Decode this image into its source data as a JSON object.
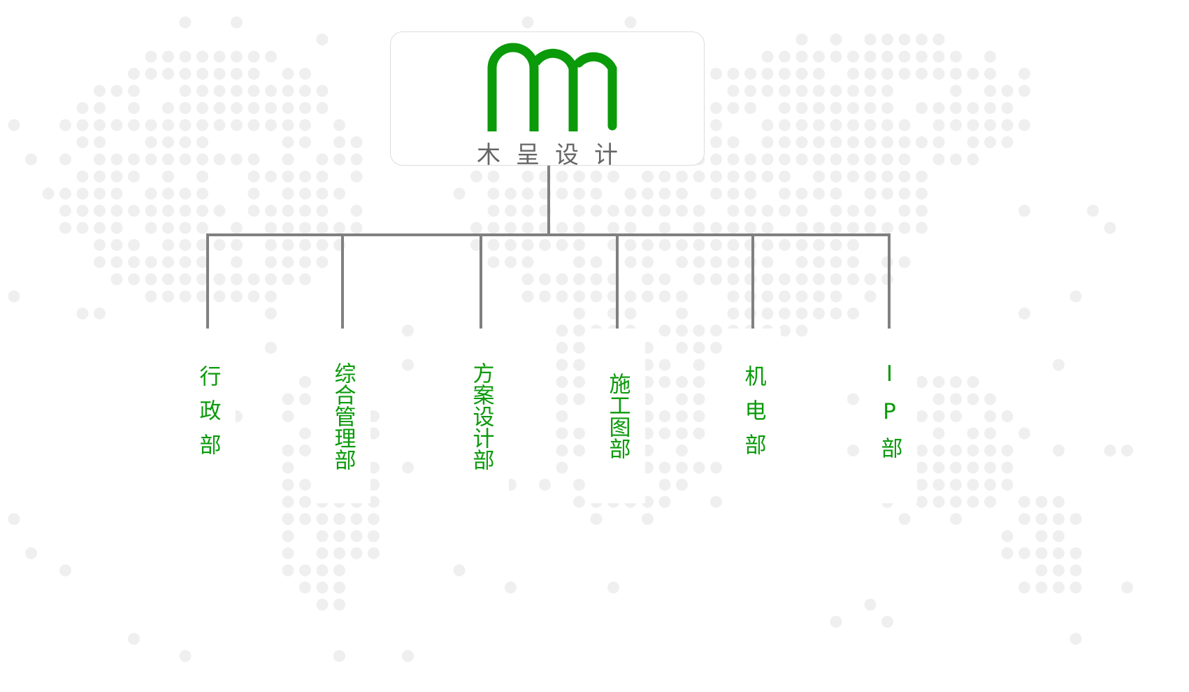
{
  "company": {
    "name": "木呈设计",
    "brand_color": "#0a9a0a"
  },
  "departments": [
    {
      "label": "行政部"
    },
    {
      "label": "综合管理部"
    },
    {
      "label": "方案设计部"
    },
    {
      "label": "施工图部"
    },
    {
      "label": "机电部"
    },
    {
      "label": "IP部"
    }
  ]
}
